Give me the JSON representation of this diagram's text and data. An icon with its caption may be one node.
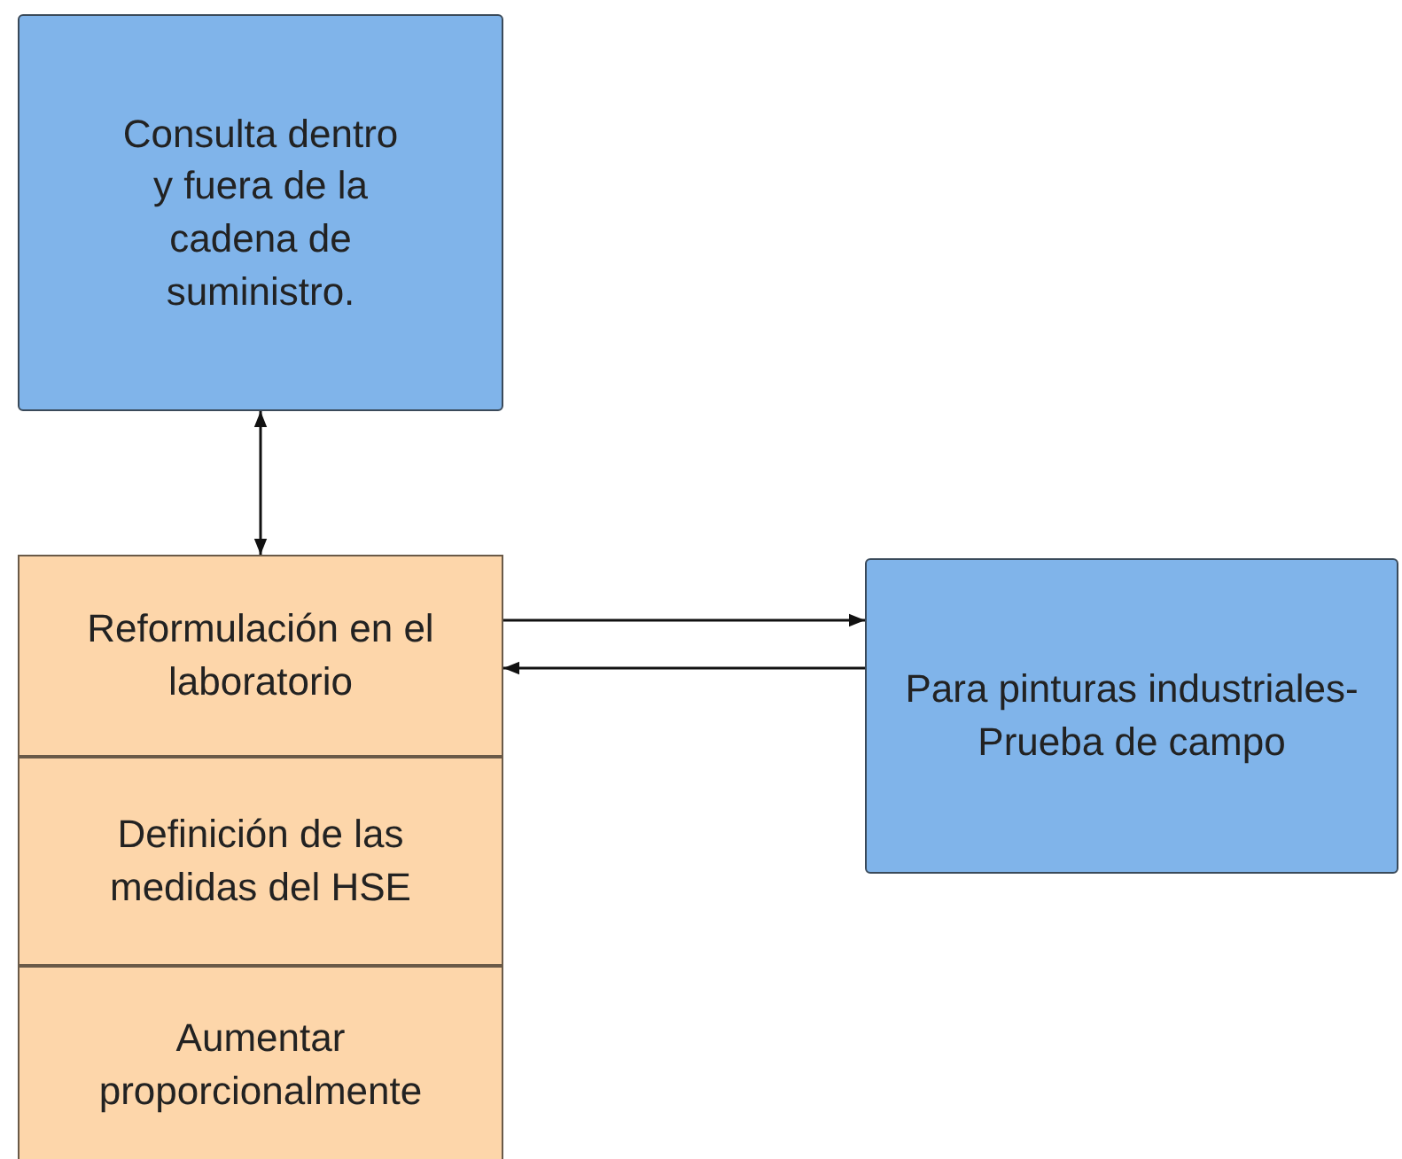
{
  "diagram": {
    "nodes": [
      {
        "text": [
          "Consulta dentro y fuera de la cadena de suministro."
        ]
      },
      {
        "text": [
          "Reformulación en el laboratorio"
        ]
      },
      {
        "text": [
          "Definición de las medidas del HSE"
        ]
      },
      {
        "text": [
          "Aumentar proporcionalmente"
        ]
      },
      {
        "text": [
          "Para pinturas industriales-Prueba de campo"
        ]
      }
    ],
    "edges": [
      {
        "from": 0,
        "to": 1,
        "arrow": "both"
      },
      {
        "from": 1,
        "to": 4,
        "arrow": "to"
      },
      {
        "from": 4,
        "to": 1,
        "arrow": "to"
      }
    ]
  }
}
